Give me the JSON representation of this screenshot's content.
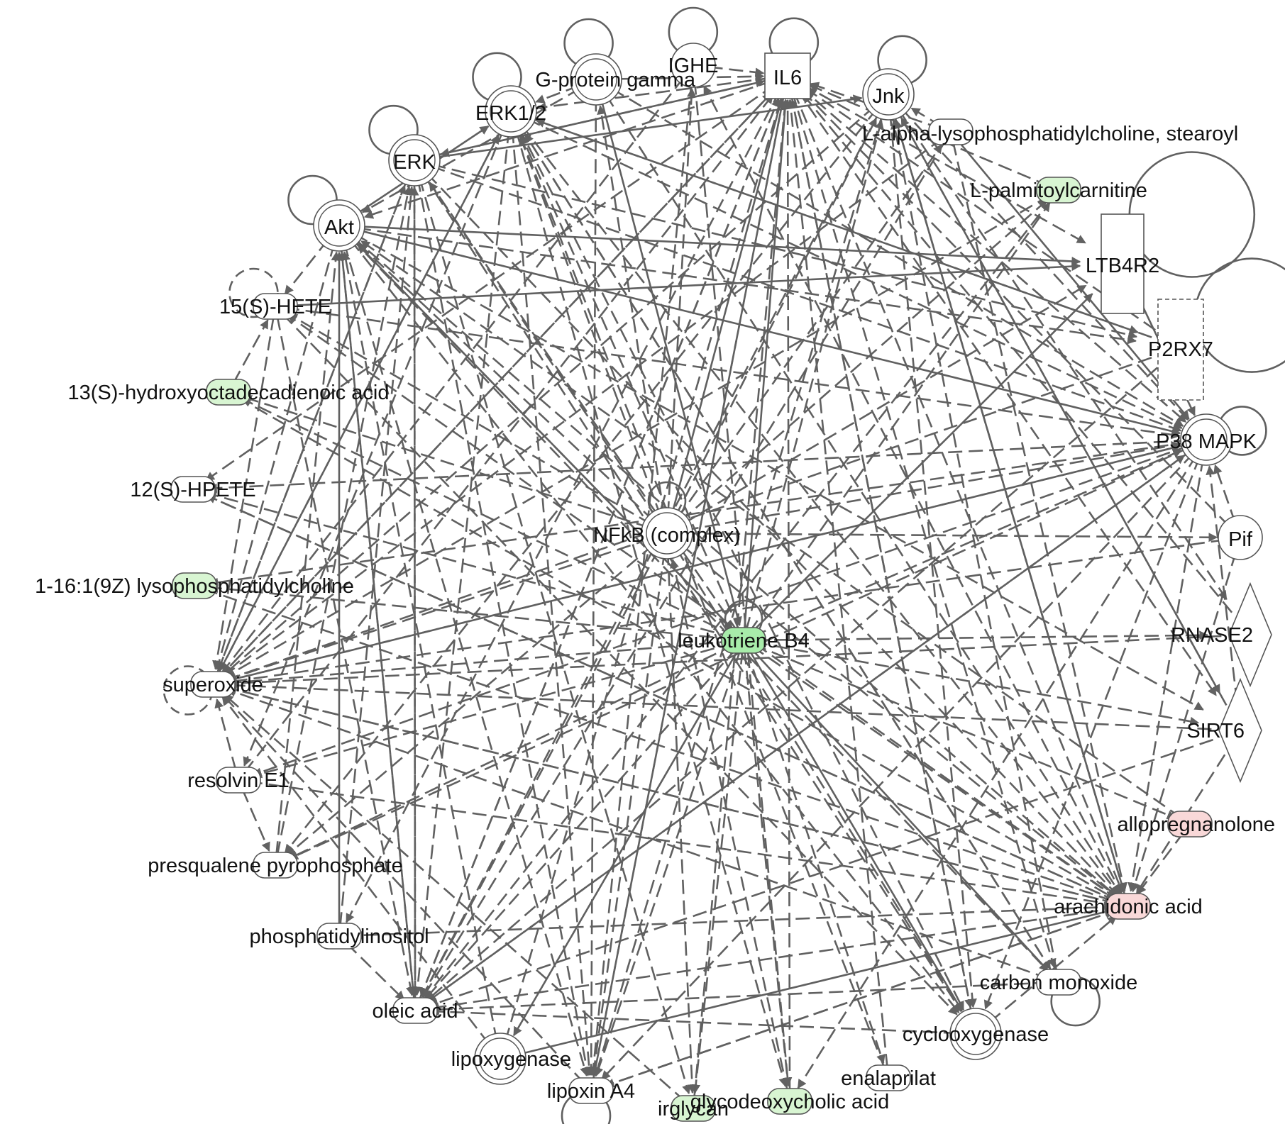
{
  "colors": {
    "edge": "#606060",
    "node_stroke": "#555555",
    "white": "#ffffff",
    "green": "#d8f5d2",
    "strong_green": "#a8ecaa",
    "pink": "#f9d8d8"
  },
  "nodes": [
    {
      "id": "IL6",
      "label": "IL6",
      "shape": "square",
      "color": "white",
      "self_loop": true
    },
    {
      "id": "IGHE",
      "label": "IGHE",
      "shape": "circle",
      "color": "white",
      "self_loop": true
    },
    {
      "id": "Gprot",
      "label": "G-protein gamma",
      "shape": "double-circle",
      "color": "white",
      "self_loop": true
    },
    {
      "id": "ERK12",
      "label": "ERK1/2",
      "shape": "double-circle",
      "color": "white",
      "self_loop": true
    },
    {
      "id": "ERK",
      "label": "ERK",
      "shape": "double-circle",
      "color": "white",
      "self_loop": true
    },
    {
      "id": "Akt",
      "label": "Akt",
      "shape": "double-circle",
      "color": "white",
      "self_loop": true
    },
    {
      "id": "Jnk",
      "label": "Jnk",
      "shape": "double-circle",
      "color": "white",
      "self_loop": true
    },
    {
      "id": "LPCS",
      "label": "L-alpha-lysophosphatidylcholine, stearoyl",
      "shape": "chemical",
      "color": "white",
      "self_loop": false
    },
    {
      "id": "LPAL",
      "label": "L-palmitoylcarnitine",
      "shape": "chemical",
      "color": "green",
      "self_loop": false
    },
    {
      "id": "LTB4R2",
      "label": "LTB4R2",
      "shape": "rect",
      "color": "white",
      "self_loop": true
    },
    {
      "id": "P2RX7",
      "label": "P2RX7",
      "shape": "dashed-rect",
      "color": "white",
      "self_loop": true
    },
    {
      "id": "P38",
      "label": "P38 MAPK",
      "shape": "double-circle",
      "color": "white",
      "self_loop": true
    },
    {
      "id": "Pif",
      "label": "Pif",
      "shape": "circle",
      "color": "white",
      "self_loop": false
    },
    {
      "id": "RNASE2",
      "label": "RNASE2",
      "shape": "diamond",
      "color": "white",
      "self_loop": false
    },
    {
      "id": "SIRT6",
      "label": "SIRT6",
      "shape": "diamond",
      "color": "white",
      "self_loop": false
    },
    {
      "id": "ALLO",
      "label": "allopregnanolone",
      "shape": "chemical",
      "color": "pink",
      "self_loop": false
    },
    {
      "id": "ARA",
      "label": "arachidonic acid",
      "shape": "chemical",
      "color": "pink",
      "self_loop": false
    },
    {
      "id": "CO",
      "label": "carbon monoxide",
      "shape": "chemical",
      "color": "white",
      "self_loop": true
    },
    {
      "id": "COX",
      "label": "cyclooxygenase",
      "shape": "double-circle",
      "color": "white",
      "self_loop": false
    },
    {
      "id": "ENAL",
      "label": "enalaprilat",
      "shape": "chemical",
      "color": "white",
      "self_loop": false
    },
    {
      "id": "GDCA",
      "label": "glycodeoxycholic acid",
      "shape": "chemical",
      "color": "green",
      "self_loop": false
    },
    {
      "id": "IRG",
      "label": "irglycan",
      "shape": "chemical",
      "color": "green",
      "self_loop": false
    },
    {
      "id": "LXA4",
      "label": "lipoxin A4",
      "shape": "chemical",
      "color": "white",
      "self_loop": true
    },
    {
      "id": "LOX",
      "label": "lipoxygenase",
      "shape": "double-circle",
      "color": "white",
      "self_loop": false
    },
    {
      "id": "OLEIC",
      "label": "oleic acid",
      "shape": "chemical",
      "color": "white",
      "self_loop": false
    },
    {
      "id": "PI",
      "label": "phosphatidylinositol",
      "shape": "chemical",
      "color": "white",
      "self_loop": false
    },
    {
      "id": "PSPP",
      "label": "presqualene pyrophosphate",
      "shape": "chemical",
      "color": "white",
      "self_loop": false
    },
    {
      "id": "RVE1",
      "label": "resolvin E1",
      "shape": "chemical",
      "color": "white",
      "self_loop": false
    },
    {
      "id": "SUPO",
      "label": "superoxide",
      "shape": "chemical",
      "color": "white",
      "self_loop": true
    },
    {
      "id": "LPC16",
      "label": "1-16:1(9Z) lysophosphatidylcholine",
      "shape": "chemical",
      "color": "green",
      "self_loop": false
    },
    {
      "id": "HPETE",
      "label": "12(S)-HPETE",
      "shape": "chemical",
      "color": "white",
      "self_loop": false
    },
    {
      "id": "HODE",
      "label": "13(S)-hydroxyoctadecadienoic acid",
      "shape": "chemical",
      "color": "green",
      "self_loop": false
    },
    {
      "id": "HETE",
      "label": "15(S)-HETE",
      "shape": "chemical",
      "color": "white",
      "self_loop": true
    },
    {
      "id": "NFKB",
      "label": "NFkB (complex)",
      "shape": "double-circle",
      "color": "white",
      "self_loop": true
    },
    {
      "id": "LTB4",
      "label": "leukotriene B4",
      "shape": "chemical",
      "color": "strong_green",
      "self_loop": true
    }
  ],
  "edges": [
    [
      "Akt",
      "ERK12",
      "s"
    ],
    [
      "Akt",
      "LTB4R2",
      "s"
    ],
    [
      "Akt",
      "P38",
      "s"
    ],
    [
      "Akt",
      "LTB4",
      "s"
    ],
    [
      "HETE",
      "LTB4R2",
      "s"
    ],
    [
      "Gprot",
      "LTB4",
      "s"
    ],
    [
      "LTB4",
      "LTB4R2",
      "s"
    ],
    [
      "LTB4",
      "IL6",
      "s"
    ],
    [
      "LTB4",
      "COX",
      "s"
    ],
    [
      "LOX",
      "ARA",
      "s"
    ],
    [
      "ERK",
      "IL6",
      "s"
    ],
    [
      "ERK",
      "Jnk",
      "s"
    ],
    [
      "LTB4",
      "LOX",
      "s"
    ],
    [
      "NFKB",
      "IL6",
      "s"
    ],
    [
      "PI",
      "Akt",
      "s"
    ],
    [
      "LTB4",
      "CO",
      "s"
    ],
    [
      "LPCS",
      "P38",
      "s"
    ],
    [
      "LTB4R2",
      "P38",
      "s"
    ],
    [
      "Jnk",
      "ARA",
      "s"
    ],
    [
      "NFKB",
      "ERK12",
      "d"
    ],
    [
      "NFKB",
      "ERK",
      "d"
    ],
    [
      "NFKB",
      "Akt",
      "d"
    ],
    [
      "NFKB",
      "Jnk",
      "d"
    ],
    [
      "NFKB",
      "IGHE",
      "d"
    ],
    [
      "NFKB",
      "Gprot",
      "d"
    ],
    [
      "NFKB",
      "P38",
      "d"
    ],
    [
      "NFKB",
      "SUPO",
      "d"
    ],
    [
      "NFKB",
      "OLEIC",
      "d"
    ],
    [
      "NFKB",
      "ARA",
      "d"
    ],
    [
      "NFKB",
      "COX",
      "d"
    ],
    [
      "NFKB",
      "LXA4",
      "d"
    ],
    [
      "NFKB",
      "Pif",
      "d"
    ],
    [
      "NFKB",
      "LPAL",
      "d"
    ],
    [
      "NFKB",
      "PSPP",
      "d"
    ],
    [
      "NFKB",
      "IRG",
      "d"
    ],
    [
      "NFKB",
      "HETE",
      "d"
    ],
    [
      "NFKB",
      "LPCS",
      "d"
    ],
    [
      "NFKB",
      "LTB4R2",
      "d"
    ],
    [
      "NFKB",
      "HODE",
      "d"
    ],
    [
      "LTB4",
      "SUPO",
      "d"
    ],
    [
      "LTB4",
      "ERK12",
      "d"
    ],
    [
      "LTB4",
      "ERK",
      "d"
    ],
    [
      "LTB4",
      "Jnk",
      "d"
    ],
    [
      "LTB4",
      "P38",
      "d"
    ],
    [
      "LTB4",
      "OLEIC",
      "d"
    ],
    [
      "LTB4",
      "ARA",
      "d"
    ],
    [
      "LTB4",
      "RNASE2",
      "d"
    ],
    [
      "LTB4",
      "SIRT6",
      "d"
    ],
    [
      "LTB4",
      "LXA4",
      "d"
    ],
    [
      "LTB4",
      "GDCA",
      "d"
    ],
    [
      "LTB4",
      "IRG",
      "d"
    ],
    [
      "LTB4",
      "PSPP",
      "d"
    ],
    [
      "LTB4",
      "HODE",
      "d"
    ],
    [
      "LTB4",
      "LPC16",
      "d"
    ],
    [
      "LTB4",
      "HPETE",
      "d"
    ],
    [
      "LTB4",
      "RVE1",
      "d"
    ],
    [
      "LTB4",
      "ALLO",
      "d"
    ],
    [
      "LTB4",
      "ENAL",
      "d"
    ],
    [
      "LTB4",
      "LPAL",
      "d"
    ],
    [
      "LTB4",
      "Akt",
      "d"
    ],
    [
      "IL6",
      "ERK12",
      "d"
    ],
    [
      "IL6",
      "Akt",
      "d"
    ],
    [
      "IL6",
      "ERK",
      "d"
    ],
    [
      "IL6",
      "SUPO",
      "d"
    ],
    [
      "IL6",
      "OLEIC",
      "d"
    ],
    [
      "IL6",
      "ARA",
      "d"
    ],
    [
      "IL6",
      "P38",
      "d"
    ],
    [
      "IL6",
      "COX",
      "d"
    ],
    [
      "IL6",
      "HPETE",
      "d"
    ],
    [
      "IL6",
      "LXA4",
      "d"
    ],
    [
      "IL6",
      "CO",
      "d"
    ],
    [
      "IL6",
      "PI",
      "d"
    ],
    [
      "IL6",
      "LTB4R2",
      "d"
    ],
    [
      "IL6",
      "SIRT6",
      "d"
    ],
    [
      "Jnk",
      "SUPO",
      "d"
    ],
    [
      "Jnk",
      "OLEIC",
      "d"
    ],
    [
      "Jnk",
      "COX",
      "d"
    ],
    [
      "Jnk",
      "P38",
      "d"
    ],
    [
      "Jnk",
      "LXA4",
      "d"
    ],
    [
      "Jnk",
      "PSPP",
      "d"
    ],
    [
      "Jnk",
      "SIRT6",
      "d"
    ],
    [
      "Jnk",
      "RNASE2",
      "d"
    ],
    [
      "ERK12",
      "SUPO",
      "d"
    ],
    [
      "ERK12",
      "OLEIC",
      "d"
    ],
    [
      "ERK12",
      "P38",
      "d"
    ],
    [
      "ERK12",
      "ARA",
      "d"
    ],
    [
      "ERK12",
      "CO",
      "d"
    ],
    [
      "ERK12",
      "LXA4",
      "d"
    ],
    [
      "ERK12",
      "COX",
      "d"
    ],
    [
      "ERK12",
      "GDCA",
      "d"
    ],
    [
      "ERK12",
      "RVE1",
      "d"
    ],
    [
      "ERK12",
      "P2RX7",
      "d"
    ],
    [
      "ERK",
      "SUPO",
      "d"
    ],
    [
      "ERK",
      "OLEIC",
      "d"
    ],
    [
      "ERK",
      "P38",
      "d"
    ],
    [
      "ERK",
      "ARA",
      "d"
    ],
    [
      "ERK",
      "COX",
      "d"
    ],
    [
      "ERK",
      "IRG",
      "d"
    ],
    [
      "ERK",
      "LXA4",
      "d"
    ],
    [
      "ERK",
      "P2RX7",
      "d"
    ],
    [
      "Akt",
      "SUPO",
      "d"
    ],
    [
      "Akt",
      "OLEIC",
      "d"
    ],
    [
      "Akt",
      "ARA",
      "d"
    ],
    [
      "Akt",
      "COX",
      "d"
    ],
    [
      "Akt",
      "LXA4",
      "d"
    ],
    [
      "Akt",
      "CO",
      "d"
    ],
    [
      "Akt",
      "HETE",
      "d"
    ],
    [
      "Akt",
      "SIRT6",
      "d"
    ],
    [
      "Akt",
      "P2RX7",
      "d"
    ],
    [
      "P38",
      "SUPO",
      "d"
    ],
    [
      "P38",
      "OLEIC",
      "d"
    ],
    [
      "P38",
      "ARA",
      "d"
    ],
    [
      "P38",
      "COX",
      "d"
    ],
    [
      "P38",
      "LXA4",
      "d"
    ],
    [
      "P38",
      "HPETE",
      "d"
    ],
    [
      "P38",
      "LPC16",
      "d"
    ],
    [
      "P38",
      "PSPP",
      "d"
    ],
    [
      "P38",
      "RVE1",
      "d"
    ],
    [
      "P38",
      "GDCA",
      "d"
    ],
    [
      "ARA",
      "SUPO",
      "d"
    ],
    [
      "ARA",
      "OLEIC",
      "d"
    ],
    [
      "ARA",
      "HETE",
      "d"
    ],
    [
      "ARA",
      "HPETE",
      "d"
    ],
    [
      "ARA",
      "LXA4",
      "d"
    ],
    [
      "ARA",
      "PI",
      "d"
    ],
    [
      "ARA",
      "Jnk",
      "d"
    ],
    [
      "ARA",
      "IGHE",
      "d"
    ],
    [
      "HPETE",
      "ARA",
      "d"
    ],
    [
      "HODE",
      "ARA",
      "d"
    ],
    [
      "HODE",
      "HETE",
      "d"
    ],
    [
      "LPC16",
      "ARA",
      "d"
    ],
    [
      "HETE",
      "SUPO",
      "d"
    ],
    [
      "HETE",
      "P38",
      "d"
    ],
    [
      "HETE",
      "OLEIC",
      "d"
    ],
    [
      "HETE",
      "COX",
      "d"
    ],
    [
      "RVE1",
      "SUPO",
      "d"
    ],
    [
      "RVE1",
      "PSPP",
      "d"
    ],
    [
      "RVE1",
      "ARA",
      "d"
    ],
    [
      "RVE1",
      "IL6",
      "d"
    ],
    [
      "LXA4",
      "SUPO",
      "d"
    ],
    [
      "LXA4",
      "ARA",
      "d"
    ],
    [
      "LXA4",
      "IL6",
      "d"
    ],
    [
      "CO",
      "SUPO",
      "d"
    ],
    [
      "CO",
      "OLEIC",
      "d"
    ],
    [
      "CO",
      "ERK12",
      "d"
    ],
    [
      "CO",
      "Jnk",
      "d"
    ],
    [
      "COX",
      "ARA",
      "d"
    ],
    [
      "COX",
      "IL6",
      "d"
    ],
    [
      "COX",
      "OLEIC",
      "d"
    ],
    [
      "LOX",
      "IL6",
      "d"
    ],
    [
      "LOX",
      "SUPO",
      "d"
    ],
    [
      "LOX",
      "Akt",
      "d"
    ],
    [
      "ENAL",
      "ERK12",
      "d"
    ],
    [
      "ENAL",
      "IL6",
      "d"
    ],
    [
      "GDCA",
      "NFKB",
      "d"
    ],
    [
      "LPAL",
      "IL6",
      "d"
    ],
    [
      "LPAL",
      "SUPO",
      "d"
    ],
    [
      "LPAL",
      "OLEIC",
      "d"
    ],
    [
      "LPCS",
      "IL6",
      "d"
    ],
    [
      "LPCS",
      "Jnk",
      "d"
    ],
    [
      "LPCS",
      "OLEIC",
      "d"
    ],
    [
      "LPCS",
      "ARA",
      "d"
    ],
    [
      "LPCS",
      "SUPO",
      "d"
    ],
    [
      "P2RX7",
      "IL6",
      "d"
    ],
    [
      "P2RX7",
      "ERK12",
      "d"
    ],
    [
      "P2RX7",
      "SUPO",
      "d"
    ],
    [
      "P2RX7",
      "OLEIC",
      "d"
    ],
    [
      "Pif",
      "SUPO",
      "d"
    ],
    [
      "Pif",
      "ARA",
      "d"
    ],
    [
      "Pif",
      "IL6",
      "d"
    ],
    [
      "Pif",
      "P38",
      "d"
    ],
    [
      "RNASE2",
      "IL6",
      "d"
    ],
    [
      "RNASE2",
      "SUPO",
      "d"
    ],
    [
      "SIRT6",
      "SUPO",
      "d"
    ],
    [
      "SIRT6",
      "OLEIC",
      "d"
    ],
    [
      "SIRT6",
      "P38",
      "d"
    ],
    [
      "SIRT6",
      "Jnk",
      "d"
    ],
    [
      "SIRT6",
      "ARA",
      "d"
    ],
    [
      "ALLO",
      "ARA",
      "d"
    ],
    [
      "ALLO",
      "Akt",
      "d"
    ],
    [
      "OLEIC",
      "IL6",
      "d"
    ],
    [
      "OLEIC",
      "ERK",
      "d"
    ],
    [
      "OLEIC",
      "Akt",
      "d"
    ],
    [
      "OLEIC",
      "P38",
      "d"
    ],
    [
      "PSPP",
      "Akt",
      "d"
    ],
    [
      "PSPP",
      "ERK",
      "d"
    ],
    [
      "PI",
      "ERK",
      "d"
    ],
    [
      "PI",
      "OLEIC",
      "d"
    ],
    [
      "SUPO",
      "IL6",
      "d"
    ],
    [
      "SUPO",
      "ERK12",
      "d"
    ],
    [
      "SUPO",
      "P38",
      "d"
    ],
    [
      "SUPO",
      "ARA",
      "d"
    ],
    [
      "SUPO",
      "ERK",
      "d"
    ],
    [
      "IRG",
      "IL6",
      "d"
    ],
    [
      "IRG",
      "SUPO",
      "d"
    ],
    [
      "GDCA",
      "IL6",
      "d"
    ],
    [
      "IGHE",
      "LXA4",
      "d"
    ],
    [
      "IGHE",
      "IL6",
      "d"
    ],
    [
      "IGHE",
      "SUPO",
      "d"
    ],
    [
      "IGHE",
      "GDCA",
      "d"
    ],
    [
      "Gprot",
      "IL6",
      "d"
    ],
    [
      "Gprot",
      "ERK12",
      "d"
    ],
    [
      "Gprot",
      "Akt",
      "d"
    ],
    [
      "Gprot",
      "P38",
      "d"
    ],
    [
      "Gprot",
      "LXA4",
      "d"
    ],
    [
      "Gprot",
      "ARA",
      "d"
    ]
  ]
}
